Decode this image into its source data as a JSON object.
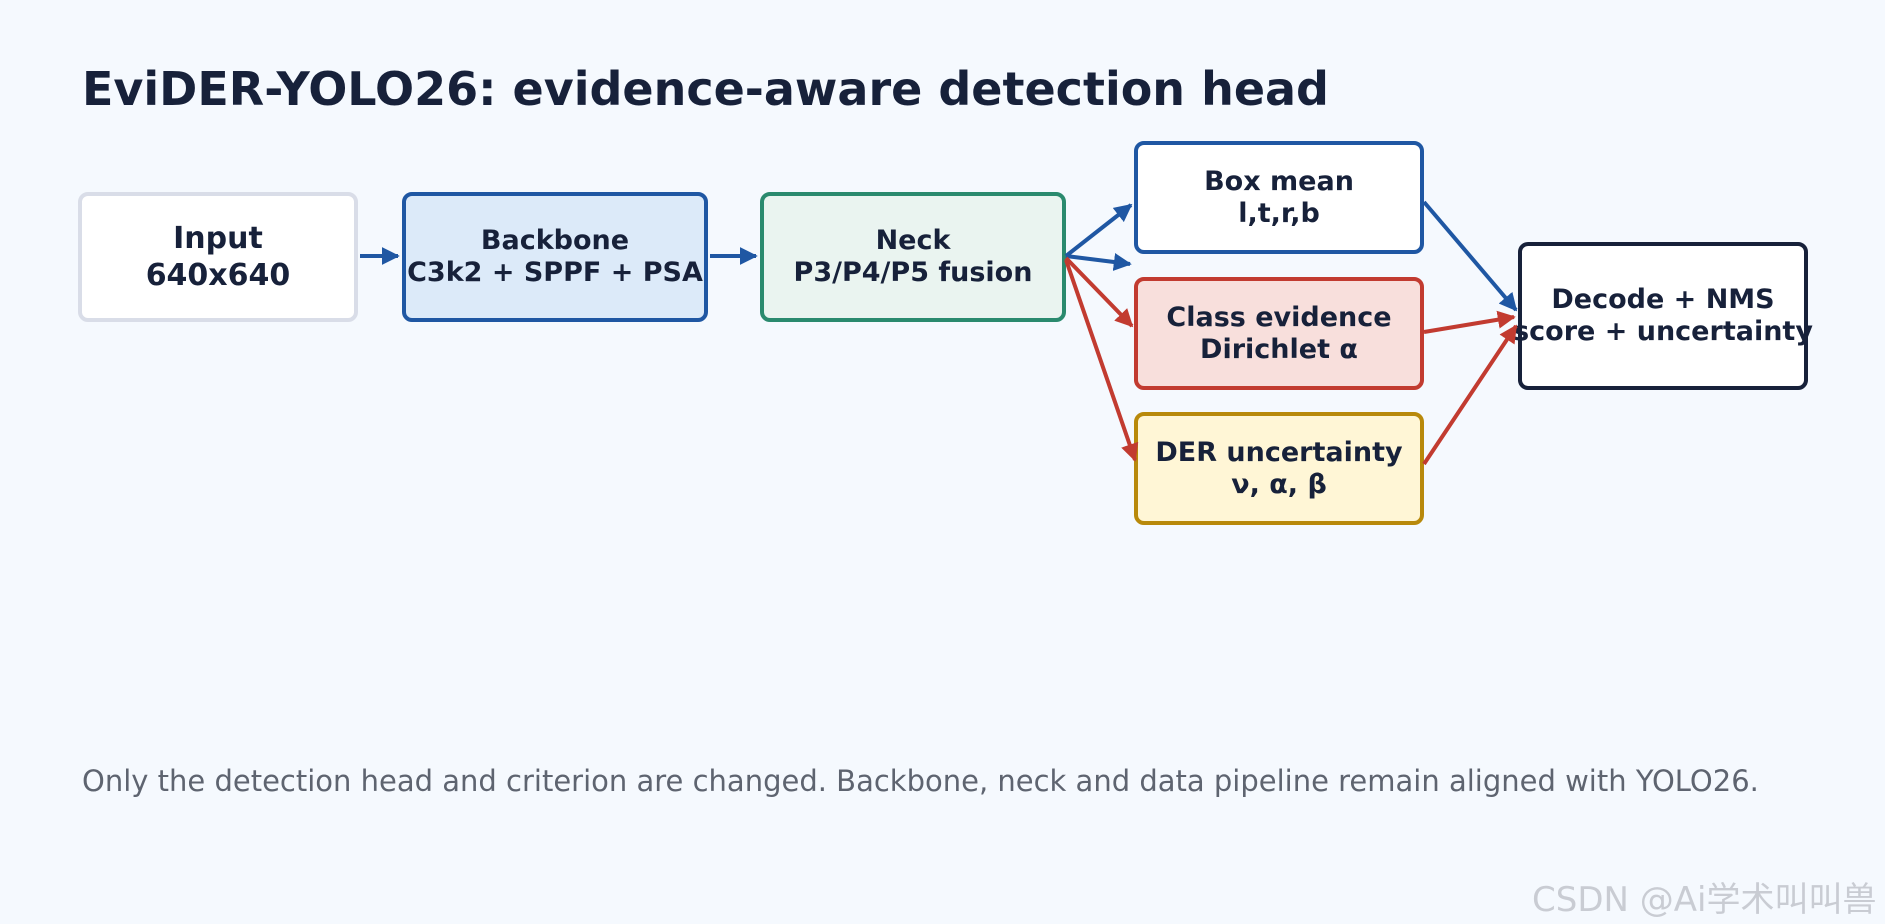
{
  "title": "EviDER-YOLO26: evidence-aware detection head",
  "nodes": {
    "input": {
      "line1": "Input",
      "line2": "640x640"
    },
    "backbone": {
      "line1": "Backbone",
      "line2": "C3k2 + SPPF + PSA"
    },
    "neck": {
      "line1": "Neck",
      "line2": "P3/P4/P5 fusion"
    },
    "box_mean": {
      "line1": "Box mean",
      "line2": "l,t,r,b"
    },
    "class_evidence": {
      "line1": "Class evidence",
      "line2": "Dirichlet α"
    },
    "der_uncertainty": {
      "line1": "DER uncertainty",
      "line2": "ν, α, β"
    },
    "decode": {
      "line1": "Decode + NMS",
      "line2": "score + uncertainty"
    }
  },
  "caption": "Only the detection head and criterion are changed. Backbone, neck and data pipeline remain aligned with YOLO26.",
  "watermark": "CSDN @Ai学术叫叫兽",
  "colors": {
    "background": "#f5f9fe",
    "blue_arrow": "#1f57a3",
    "red_arrow": "#c23b30",
    "text_dark": "#17213a"
  }
}
